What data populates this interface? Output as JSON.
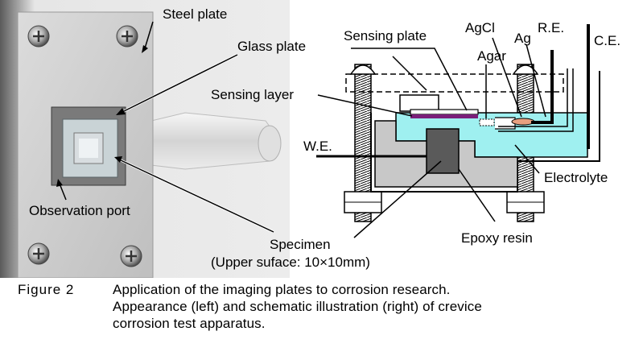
{
  "photo_labels": {
    "steel_plate": "Steel plate",
    "glass_plate": "Glass plate",
    "observation_port": "Observation port",
    "specimen": "Specimen",
    "specimen_note": "(Upper suface: 10×10mm)"
  },
  "schematic_labels": {
    "sensing_plate": "Sensing plate",
    "agcl": "AgCl",
    "ag": "Ag",
    "re": "R.E.",
    "ce": "C.E.",
    "agar": "Agar",
    "sensing_layer": "Sensing layer",
    "we": "W.E.",
    "electrolyte": "Electrolyte",
    "epoxy_resin": "Epoxy resin"
  },
  "caption": {
    "number": "Figure 2",
    "line1": "Application of the imaging plates to corrosion research.",
    "line2": "Appearance (left) and schematic illustration (right) of crevice",
    "line3": "corrosion test apparatus."
  },
  "colors": {
    "electrolyte": "#9ff0f0",
    "resin": "#c8c8c8",
    "specimen": "#5a5a5a",
    "sensing_layer": "#7a1f7a",
    "agcl": "#e8a080"
  }
}
